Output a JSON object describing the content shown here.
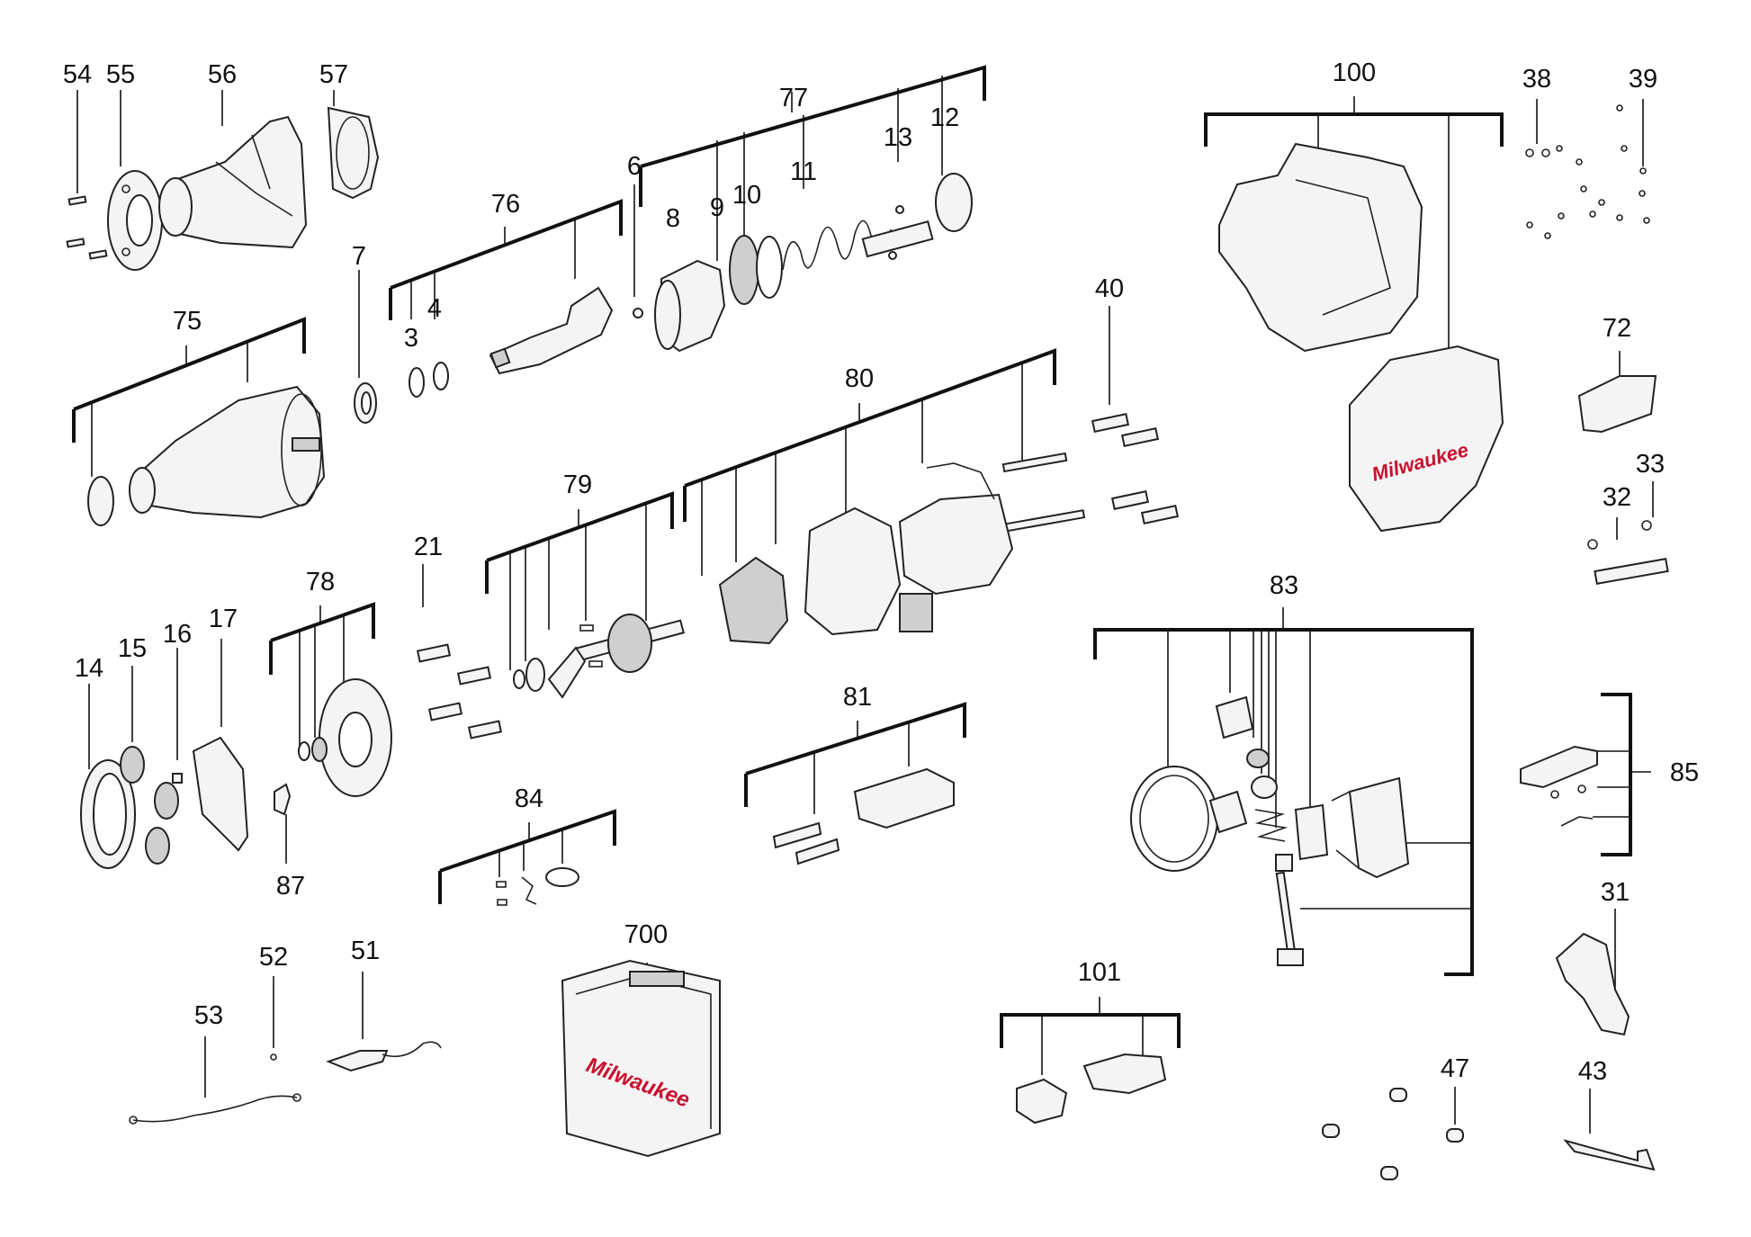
{
  "labels": {
    "p54": "54",
    "p55": "55",
    "p56": "56",
    "p57": "57",
    "p75": "75",
    "p76": "76",
    "p3": "3",
    "p4": "4",
    "p7": "7",
    "p6": "6",
    "p77": "77",
    "p8": "8",
    "p9": "9",
    "p10": "10",
    "p11": "11",
    "p13": "13",
    "p12": "12",
    "p100": "100",
    "p38": "38",
    "p39": "39",
    "p72": "72",
    "p33": "33",
    "p32": "32",
    "p40": "40",
    "p80": "80",
    "p79": "79",
    "p21": "21",
    "p78": "78",
    "p14": "14",
    "p15": "15",
    "p16": "16",
    "p17": "17",
    "p87": "87",
    "p81": "81",
    "p84": "84",
    "p83": "83",
    "p85": "85",
    "p31": "31",
    "p700": "700",
    "p52": "52",
    "p51": "51",
    "p53": "53",
    "p101": "101",
    "p47": "47",
    "p43": "43"
  },
  "brand": {
    "case_logo": "Milwaukee",
    "housing_logo": "Milwaukee"
  },
  "colors": {
    "line": "#111111",
    "brand_red": "#c8102e"
  }
}
